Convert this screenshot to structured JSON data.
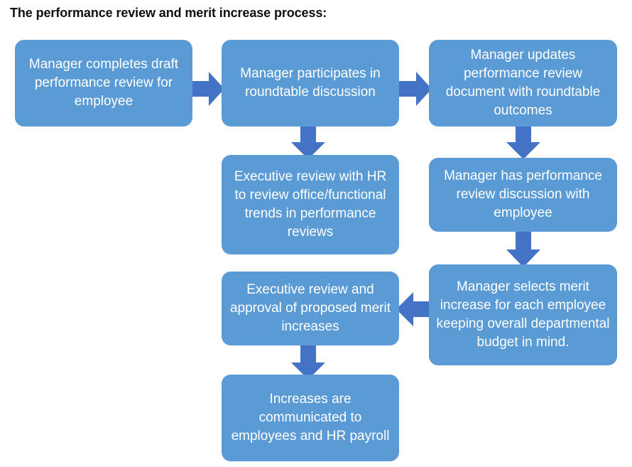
{
  "title": "The performance review and merit increase process:",
  "colors": {
    "box_fill": "#5B9BD5",
    "arrow_fill": "#4472C4",
    "box_text": "#FFFFFF",
    "title_text": "#101010",
    "background": "#FFFFFF"
  },
  "nodes": [
    {
      "id": "draft-review",
      "label": "Manager completes draft performance review for employee"
    },
    {
      "id": "roundtable",
      "label": "Manager participates in roundtable discussion"
    },
    {
      "id": "update-document",
      "label": "Manager updates performance review document with roundtable outcomes"
    },
    {
      "id": "executive-hr-review",
      "label": "Executive review with HR to review office/functional trends in performance reviews"
    },
    {
      "id": "review-discussion",
      "label": "Manager has performance review discussion with employee"
    },
    {
      "id": "select-merit-increase",
      "label": "Manager selects merit increase for each employee keeping overall departmental budget in mind."
    },
    {
      "id": "executive-approval",
      "label": "Executive review and approval of proposed merit increases"
    },
    {
      "id": "communicate-increases",
      "label": "Increases are communicated to employees and HR payroll"
    }
  ],
  "arrows": [
    {
      "id": "draft-to-roundtable",
      "direction": "right"
    },
    {
      "id": "roundtable-to-update-document",
      "direction": "right"
    },
    {
      "id": "roundtable-to-executive-hr-review",
      "direction": "down"
    },
    {
      "id": "update-document-to-discussion",
      "direction": "down"
    },
    {
      "id": "discussion-to-merit-increase",
      "direction": "down"
    },
    {
      "id": "merit-increase-to-approval",
      "direction": "left"
    },
    {
      "id": "approval-to-communicate",
      "direction": "down"
    }
  ]
}
